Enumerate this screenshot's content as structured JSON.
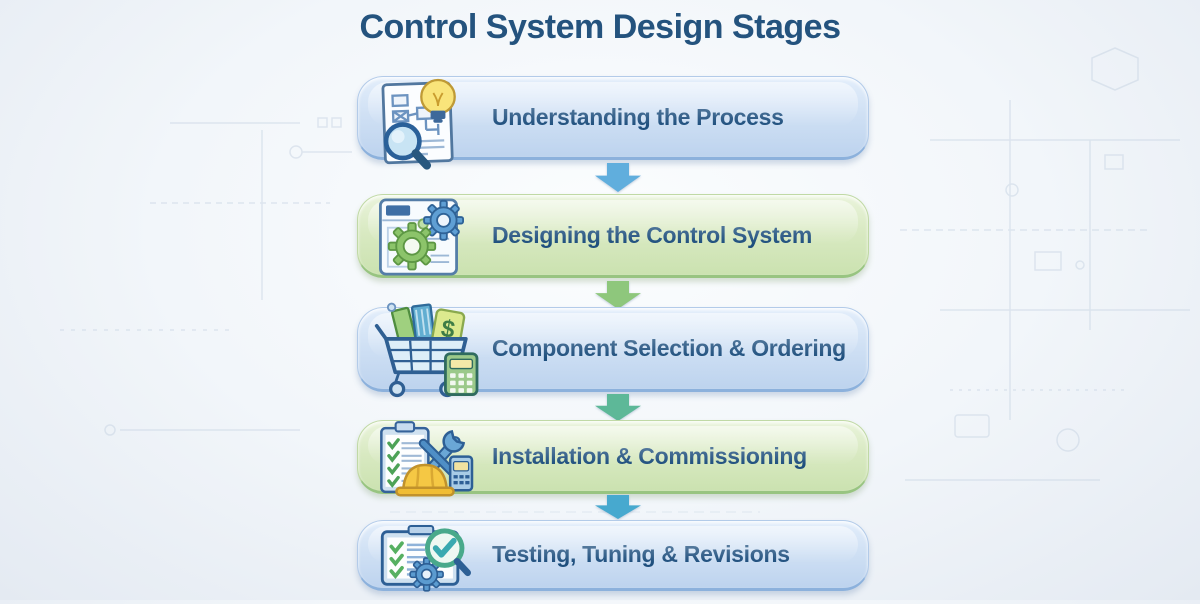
{
  "title": "Control System Design Stages",
  "colors": {
    "title_text": "#24537e",
    "stage_text": "#1d4e7d",
    "blue_box": "#cfe0f4",
    "green_box": "#d8e9c1"
  },
  "stages": [
    {
      "label": "Understanding the Process",
      "theme": "blue",
      "icon": "document-flowchart-lightbulb-magnifier-icon"
    },
    {
      "label": "Designing the Control System",
      "theme": "green",
      "icon": "window-gears-icon"
    },
    {
      "label": "Component Selection & Ordering",
      "theme": "blue",
      "icon": "shopping-cart-calculator-icon"
    },
    {
      "label": "Installation & Commissioning",
      "theme": "green",
      "icon": "clipboard-tools-hardhat-icon"
    },
    {
      "label": "Testing, Tuning & Revisions",
      "theme": "blue",
      "icon": "checklist-gear-magnifier-check-icon"
    }
  ],
  "arrows": [
    {
      "color": "#60aedd"
    },
    {
      "color": "#8ec77c"
    },
    {
      "color": "#5db898"
    },
    {
      "color": "#47a9cf"
    }
  ]
}
